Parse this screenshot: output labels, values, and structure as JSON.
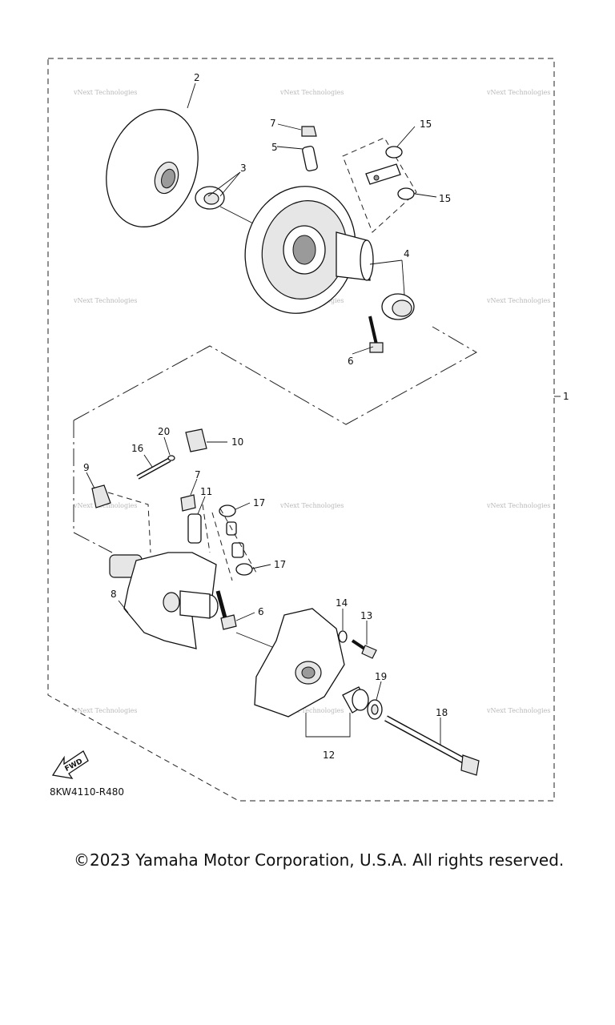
{
  "diagram_code": "8KW4110-R480",
  "fwd_label": "FWD",
  "watermark_text": "vNext Technologies",
  "copyright": "©2023 Yamaha Motor Corporation, U.S.A. All rights reserved.",
  "callouts": {
    "c1": "1",
    "c2": "2",
    "c3": "3",
    "c4": "4",
    "c5": "5",
    "c6a": "6",
    "c6b": "6",
    "c7a": "7",
    "c7b": "7",
    "c8": "8",
    "c9": "9",
    "c10": "10",
    "c11": "11",
    "c12": "12",
    "c13": "13",
    "c14": "14",
    "c15a": "15",
    "c15b": "15",
    "c16": "16",
    "c17a": "17",
    "c17b": "17",
    "c18": "18",
    "c19": "19",
    "c20": "20"
  }
}
